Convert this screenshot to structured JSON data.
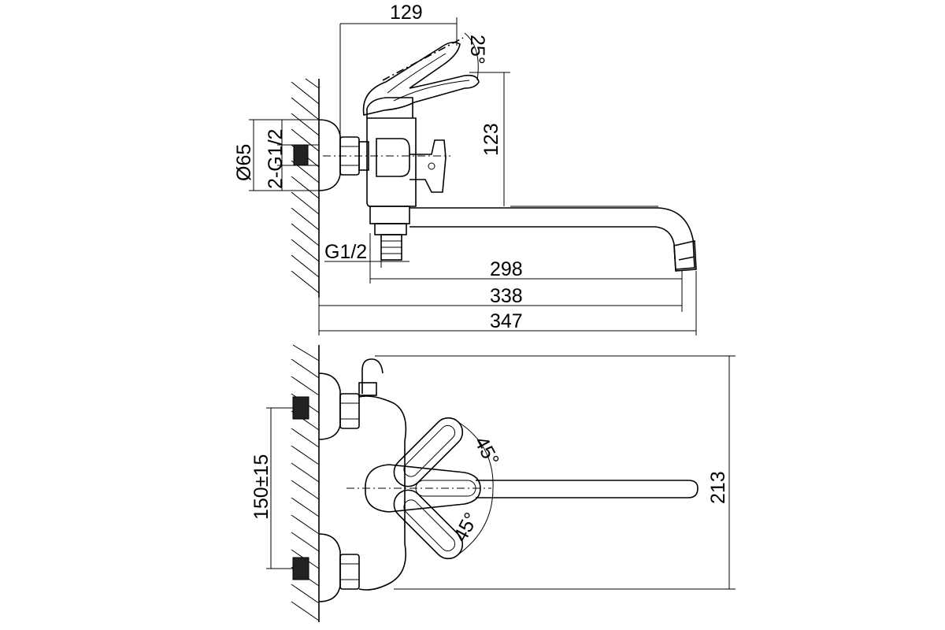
{
  "side_view": {
    "dim_top_width": "129",
    "dim_handle_angle": "25°",
    "dim_height": "123",
    "dim_diameter": "Ø65",
    "dim_thread_inlet": "2-G1/2",
    "dim_thread_outlet": "G1/2",
    "dim_spout_reach": "298",
    "dim_total_338": "338",
    "dim_total_347": "347"
  },
  "top_view": {
    "dim_angle_upper": "45°",
    "dim_angle_lower": "45°",
    "dim_center_distance": "150±15",
    "dim_depth": "213"
  }
}
